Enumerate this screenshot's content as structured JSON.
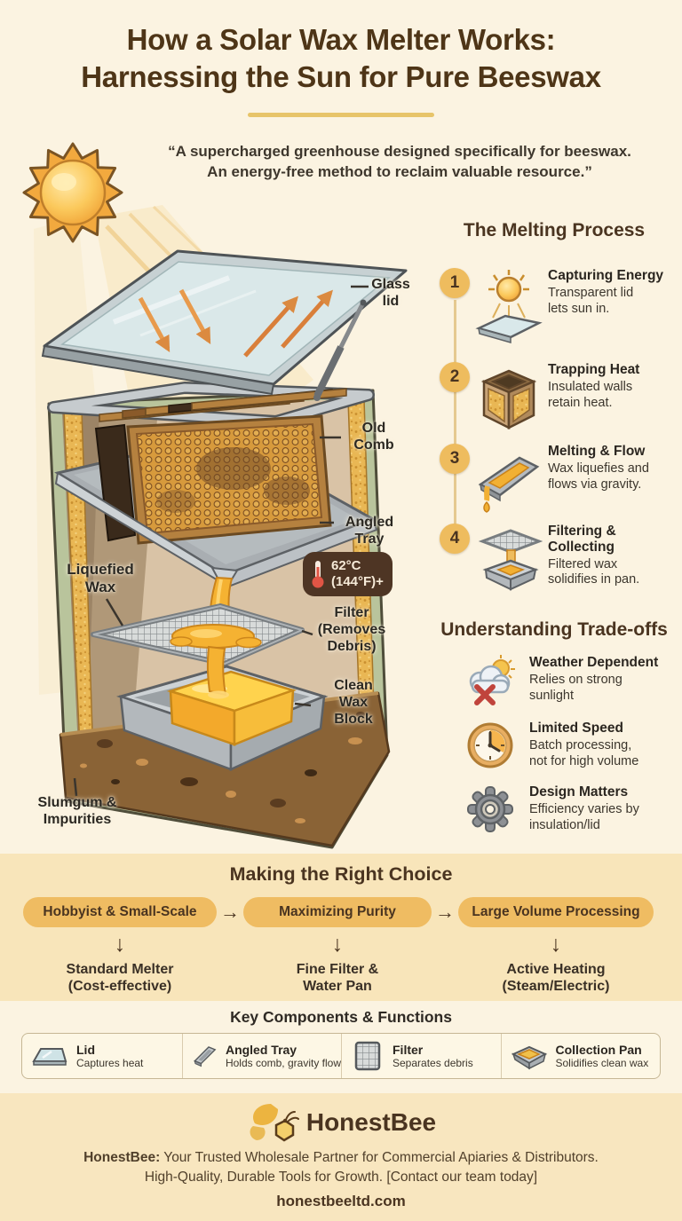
{
  "page": {
    "bg": "#fbf3e1",
    "band_bg": "#f8e5ba",
    "accent_gold": "#eebc5e",
    "deep_brown": "#4a3420",
    "badge_bg": "#4e3524"
  },
  "header": {
    "title": "How a Solar Wax Melter Works:\nHarnessing the Sun for Pure Beeswax",
    "quote": "“A supercharged greenhouse designed specifically for beeswax.\nAn energy-free method to reclaim valuable resource.”"
  },
  "diagram": {
    "labels": {
      "glass_lid": "Glass\nlid",
      "old_comb": "Old\nComb",
      "angled_tray": "Angled\nTray",
      "liquefied_wax": "Liquefied\nWax",
      "filter": "Filter\n(Removes\nDebris)",
      "clean_wax": "Clean\nWax\nBlock",
      "slumgum": "Slumgum &\nImpurities"
    },
    "temperature": {
      "celsius": "62°C",
      "fahrenheit": "(144°F)+"
    }
  },
  "melting": {
    "heading": "The Melting Process",
    "steps": [
      {
        "num": "1",
        "icon": "sun-over-lid-icon",
        "title": "Capturing Energy",
        "desc": "Transparent lid\nlets sun in."
      },
      {
        "num": "2",
        "icon": "insulated-box-icon",
        "title": "Trapping Heat",
        "desc": "Insulated walls\nretain heat."
      },
      {
        "num": "3",
        "icon": "melting-tray-icon",
        "title": "Melting & Flow",
        "desc": "Wax liquefies and\nflows via gravity."
      },
      {
        "num": "4",
        "icon": "filter-pan-icon",
        "title": "Filtering &\nCollecting",
        "desc": "Filtered wax\nsolidifies in pan."
      }
    ]
  },
  "tradeoffs": {
    "heading": "Understanding Trade-offs",
    "items": [
      {
        "icon": "sun-cloud-x-icon",
        "title": "Weather Dependent",
        "desc": "Relies on strong\nsunlight"
      },
      {
        "icon": "clock-icon",
        "title": "Limited Speed",
        "desc": "Batch processing,\nnot for high volume"
      },
      {
        "icon": "gear-icon",
        "title": "Design Matters",
        "desc": "Efficiency varies by\ninsulation/lid"
      }
    ]
  },
  "choice": {
    "heading": "Making the Right Choice",
    "flow_arrow": "→",
    "down_arrow": "↓",
    "columns": [
      {
        "pill": "Hobbyist & Small-Scale",
        "result": "Standard Melter\n(Cost-effective)"
      },
      {
        "pill": "Maximizing Purity",
        "result": "Fine Filter &\nWater Pan"
      },
      {
        "pill": "Large Volume Processing",
        "result": "Active Heating\n(Steam/Electric)"
      }
    ]
  },
  "components": {
    "heading": "Key Components & Functions",
    "items": [
      {
        "icon": "lid-icon",
        "title": "Lid",
        "desc": "Captures heat"
      },
      {
        "icon": "angled-tray-icon",
        "title": "Angled Tray",
        "desc": "Holds comb, gravity flow"
      },
      {
        "icon": "filter-icon",
        "title": "Filter",
        "desc": "Separates debris"
      },
      {
        "icon": "collection-pan-icon",
        "title": "Collection Pan",
        "desc": "Solidifies clean wax"
      }
    ]
  },
  "footer": {
    "brand": "HonestBee",
    "tagline_bold": "HonestBee:",
    "tagline_rest": " Your Trusted Wholesale Partner for Commercial Apiaries & Distributors.",
    "tagline_line2": "High-Quality, Durable Tools for Growth. [Contact our team today]",
    "url": "honestbeeltd.com"
  }
}
